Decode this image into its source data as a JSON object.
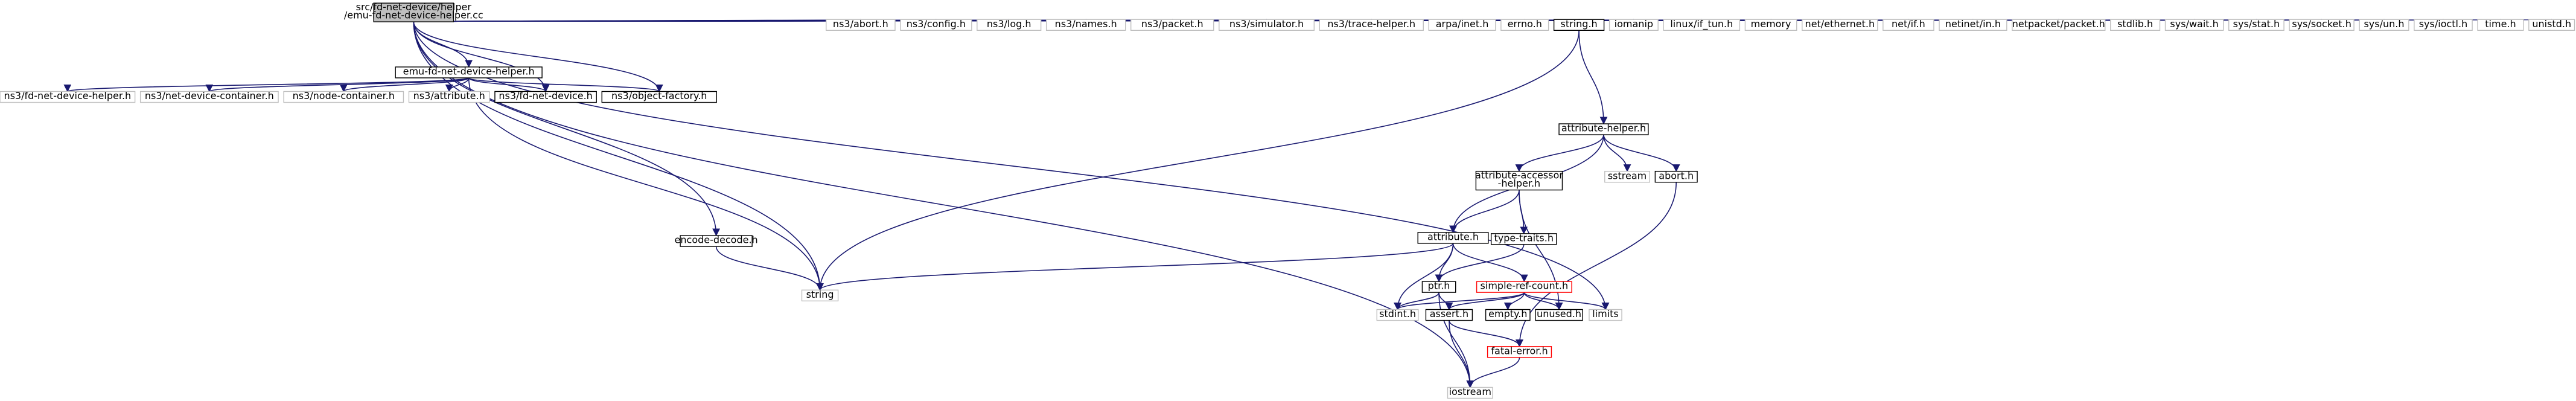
{
  "diagram": {
    "root": {
      "line1": "src/fd-net-device/helper",
      "line2": "/emu-fd-net-device-helper.cc"
    },
    "nodes": [
      {
        "id": "root",
        "style": "root"
      },
      {
        "id": "emu_h",
        "label": "emu-fd-net-device-helper.h",
        "style": "doc"
      },
      {
        "id": "ns3_fd_helper",
        "label": "ns3/fd-net-device-helper.h",
        "style": "ext"
      },
      {
        "id": "ns3_ndc",
        "label": "ns3/net-device-container.h",
        "style": "ext"
      },
      {
        "id": "ns3_nc",
        "label": "ns3/node-container.h",
        "style": "ext"
      },
      {
        "id": "ns3_attr",
        "label": "ns3/attribute.h",
        "style": "ext"
      },
      {
        "id": "ns3_fdnd",
        "label": "ns3/fd-net-device.h",
        "style": "doc"
      },
      {
        "id": "ns3_of",
        "label": "ns3/object-factory.h",
        "style": "doc"
      },
      {
        "id": "ns3_abort",
        "label": "ns3/abort.h",
        "style": "ext"
      },
      {
        "id": "ns3_config",
        "label": "ns3/config.h",
        "style": "ext"
      },
      {
        "id": "ns3_log",
        "label": "ns3/log.h",
        "style": "ext"
      },
      {
        "id": "ns3_names",
        "label": "ns3/names.h",
        "style": "ext"
      },
      {
        "id": "ns3_packet",
        "label": "ns3/packet.h",
        "style": "ext"
      },
      {
        "id": "ns3_sim",
        "label": "ns3/simulator.h",
        "style": "ext"
      },
      {
        "id": "ns3_trace",
        "label": "ns3/trace-helper.h",
        "style": "ext"
      },
      {
        "id": "arpa",
        "label": "arpa/inet.h",
        "style": "ext"
      },
      {
        "id": "errno",
        "label": "errno.h",
        "style": "ext"
      },
      {
        "id": "stringh",
        "label": "string.h",
        "style": "doc"
      },
      {
        "id": "iomanip",
        "label": "iomanip",
        "style": "ext"
      },
      {
        "id": "iftun",
        "label": "linux/if_tun.h",
        "style": "ext"
      },
      {
        "id": "memory",
        "label": "memory",
        "style": "ext"
      },
      {
        "id": "neteth",
        "label": "net/ethernet.h",
        "style": "ext"
      },
      {
        "id": "netif",
        "label": "net/if.h",
        "style": "ext"
      },
      {
        "id": "netin",
        "label": "netinet/in.h",
        "style": "ext"
      },
      {
        "id": "netpkt",
        "label": "netpacket/packet.h",
        "style": "ext"
      },
      {
        "id": "stdlib",
        "label": "stdlib.h",
        "style": "ext"
      },
      {
        "id": "syswait",
        "label": "sys/wait.h",
        "style": "ext"
      },
      {
        "id": "sysstat",
        "label": "sys/stat.h",
        "style": "ext"
      },
      {
        "id": "syssock",
        "label": "sys/socket.h",
        "style": "ext"
      },
      {
        "id": "sysun",
        "label": "sys/un.h",
        "style": "ext"
      },
      {
        "id": "sysioctl",
        "label": "sys/ioctl.h",
        "style": "ext"
      },
      {
        "id": "timeh",
        "label": "time.h",
        "style": "ext"
      },
      {
        "id": "unistd",
        "label": "unistd.h",
        "style": "ext"
      },
      {
        "id": "encode",
        "label": "encode-decode.h",
        "style": "doc"
      },
      {
        "id": "string",
        "label": "string",
        "style": "ext"
      },
      {
        "id": "attrhelper",
        "label": "attribute-helper.h",
        "style": "doc"
      },
      {
        "id": "aah",
        "line1": "attribute-accessor",
        "line2": "-helper.h",
        "style": "doc"
      },
      {
        "id": "sstream",
        "label": "sstream",
        "style": "ext"
      },
      {
        "id": "abort",
        "label": "abort.h",
        "style": "doc"
      },
      {
        "id": "attribute",
        "label": "attribute.h",
        "style": "doc"
      },
      {
        "id": "typetraits",
        "label": "type-traits.h",
        "style": "doc"
      },
      {
        "id": "ptr",
        "label": "ptr.h",
        "style": "doc"
      },
      {
        "id": "src",
        "label": "simple-ref-count.h",
        "style": "red"
      },
      {
        "id": "stdint",
        "label": "stdint.h",
        "style": "ext"
      },
      {
        "id": "assert",
        "label": "assert.h",
        "style": "doc"
      },
      {
        "id": "empty",
        "label": "empty.h",
        "style": "doc"
      },
      {
        "id": "unused",
        "label": "unused.h",
        "style": "doc"
      },
      {
        "id": "limits",
        "label": "limits",
        "style": "ext"
      },
      {
        "id": "fatal",
        "label": "fatal-error.h",
        "style": "red"
      },
      {
        "id": "iostream",
        "label": "iostream",
        "style": "ext"
      }
    ],
    "edges": [
      [
        "root",
        "emu_h"
      ],
      [
        "root",
        "ns3_abort"
      ],
      [
        "root",
        "ns3_config"
      ],
      [
        "root",
        "ns3_fdnd"
      ],
      [
        "root",
        "ns3_log"
      ],
      [
        "root",
        "ns3_names"
      ],
      [
        "root",
        "ns3_of"
      ],
      [
        "root",
        "ns3_packet"
      ],
      [
        "root",
        "ns3_sim"
      ],
      [
        "root",
        "ns3_trace"
      ],
      [
        "root",
        "encode"
      ],
      [
        "root",
        "string"
      ],
      [
        "root",
        "arpa"
      ],
      [
        "root",
        "errno"
      ],
      [
        "root",
        "stringh"
      ],
      [
        "root",
        "iomanip"
      ],
      [
        "root",
        "iftun"
      ],
      [
        "root",
        "limits"
      ],
      [
        "root",
        "memory"
      ],
      [
        "root",
        "neteth"
      ],
      [
        "root",
        "netif"
      ],
      [
        "root",
        "netin"
      ],
      [
        "root",
        "netpkt"
      ],
      [
        "root",
        "stdlib"
      ],
      [
        "root",
        "syswait"
      ],
      [
        "root",
        "sysstat"
      ],
      [
        "root",
        "syssock"
      ],
      [
        "root",
        "sysun"
      ],
      [
        "root",
        "sysioctl"
      ],
      [
        "root",
        "timeh"
      ],
      [
        "root",
        "unistd"
      ],
      [
        "root",
        "iostream"
      ],
      [
        "emu_h",
        "ns3_fd_helper"
      ],
      [
        "emu_h",
        "ns3_ndc"
      ],
      [
        "emu_h",
        "ns3_nc"
      ],
      [
        "emu_h",
        "ns3_attr"
      ],
      [
        "emu_h",
        "ns3_fdnd"
      ],
      [
        "emu_h",
        "ns3_of"
      ],
      [
        "emu_h",
        "string"
      ],
      [
        "encode",
        "string"
      ],
      [
        "stringh",
        "attrhelper"
      ],
      [
        "stringh",
        "string"
      ],
      [
        "attrhelper",
        "aah"
      ],
      [
        "attrhelper",
        "attribute"
      ],
      [
        "attrhelper",
        "sstream"
      ],
      [
        "attrhelper",
        "abort"
      ],
      [
        "aah",
        "attribute"
      ],
      [
        "aah",
        "typetraits"
      ],
      [
        "aah",
        "unused"
      ],
      [
        "abort",
        "fatal"
      ],
      [
        "attribute",
        "string"
      ],
      [
        "attribute",
        "ptr"
      ],
      [
        "attribute",
        "src"
      ],
      [
        "attribute",
        "stdint"
      ],
      [
        "typetraits",
        "ptr"
      ],
      [
        "ptr",
        "stdint"
      ],
      [
        "ptr",
        "assert"
      ],
      [
        "ptr",
        "iostream"
      ],
      [
        "src",
        "stdint"
      ],
      [
        "src",
        "assert"
      ],
      [
        "src",
        "empty"
      ],
      [
        "src",
        "unused"
      ],
      [
        "src",
        "limits"
      ],
      [
        "assert",
        "fatal"
      ],
      [
        "assert",
        "iostream"
      ],
      [
        "fatal",
        "iostream"
      ]
    ],
    "colors": {
      "edge": "#191970",
      "root_fill": "#bfbfbf",
      "doc_border": "#000000",
      "ext_border": "#bfbfbf",
      "red_border": "#ff0000",
      "text": "#000000"
    }
  }
}
